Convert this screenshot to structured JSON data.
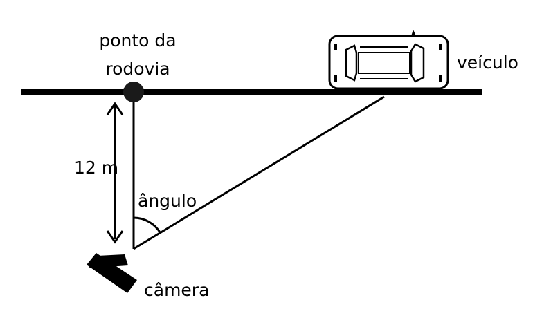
{
  "labels": {
    "point_line1": "ponto da",
    "point_line2": "rodovia",
    "vehicle": "veículo",
    "distance": "12 m",
    "angle": "ângulo",
    "camera": "câmera"
  },
  "colors": {
    "ink": "#000000",
    "background": "#ffffff",
    "point_fill": "#1a1a1a"
  }
}
